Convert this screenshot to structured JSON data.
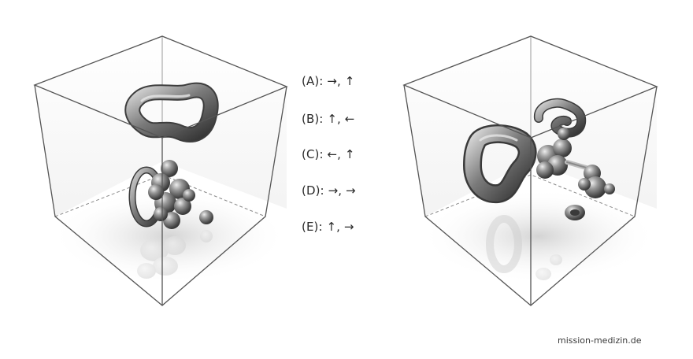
{
  "answer_options": [
    {
      "letter": "(A)",
      "text": "(A): →, ↑"
    },
    {
      "letter": "(B)",
      "text": "(B): ↑, ←"
    },
    {
      "letter": "(C)",
      "text": "(C): ←, ↑"
    },
    {
      "letter": "(D)",
      "text": "(D): →, →"
    },
    {
      "letter": "(E)",
      "text": "(E): ↑, →"
    }
  ],
  "footer": {
    "credit": "mission-medizin.de"
  },
  "colors": {
    "cube_edge": "#5a5a5a",
    "object_dark": "#3c3c3c",
    "object_light": "#c8c8c8",
    "text": "#2a2a2a"
  }
}
